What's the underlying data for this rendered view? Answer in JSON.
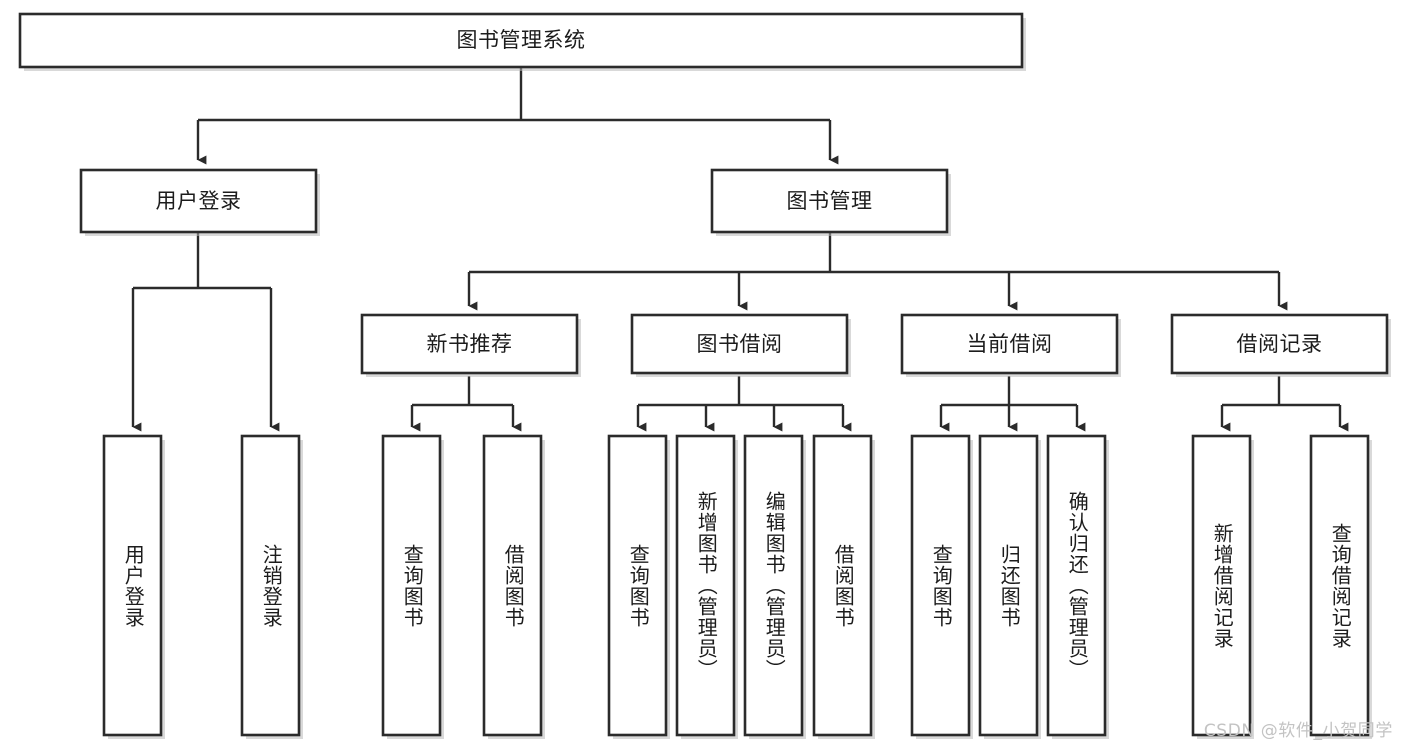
{
  "diagram": {
    "type": "tree-hierarchy-flowchart",
    "root": {
      "id": "root",
      "label": "图书管理系统"
    },
    "level2": [
      {
        "id": "user-login",
        "label": "用户登录"
      },
      {
        "id": "book-manage",
        "label": "图书管理"
      }
    ],
    "level3": [
      {
        "id": "new-book-recommend",
        "label": "新书推荐",
        "parent": "book-manage"
      },
      {
        "id": "book-borrow",
        "label": "图书借阅",
        "parent": "book-manage"
      },
      {
        "id": "current-borrow",
        "label": "当前借阅",
        "parent": "book-manage"
      },
      {
        "id": "borrow-record",
        "label": "借阅记录",
        "parent": "book-manage"
      }
    ],
    "leaves": [
      {
        "id": "leaf-user-login",
        "label": "用户登录",
        "parent": "user-login"
      },
      {
        "id": "leaf-logout-login",
        "label": "注销登录",
        "parent": "user-login"
      },
      {
        "id": "leaf-query-book-1",
        "label": "查询图书",
        "parent": "new-book-recommend"
      },
      {
        "id": "leaf-borrow-book-1",
        "label": "借阅图书",
        "parent": "new-book-recommend"
      },
      {
        "id": "leaf-query-book-2",
        "label": "查询图书",
        "parent": "book-borrow"
      },
      {
        "id": "leaf-add-book",
        "label": "新增图书（管理员）",
        "parent": "book-borrow"
      },
      {
        "id": "leaf-edit-book",
        "label": "编辑图书（管理员）",
        "parent": "book-borrow"
      },
      {
        "id": "leaf-borrow-book-2",
        "label": "借阅图书",
        "parent": "book-borrow"
      },
      {
        "id": "leaf-query-book-3",
        "label": "查询图书",
        "parent": "current-borrow"
      },
      {
        "id": "leaf-return-book",
        "label": "归还图书",
        "parent": "current-borrow"
      },
      {
        "id": "leaf-confirm-return",
        "label": "确认归还（管理员）",
        "parent": "current-borrow"
      },
      {
        "id": "leaf-add-record",
        "label": "新增借阅记录",
        "parent": "borrow-record"
      },
      {
        "id": "leaf-query-record",
        "label": "查询借阅记录",
        "parent": "borrow-record"
      }
    ],
    "colors": {
      "box_fill": "#ffffff",
      "box_stroke": "#2b2b2b",
      "edge": "#2b2b2b",
      "text": "#1c1c1c",
      "watermark": "#c3c3c3",
      "background": "#ffffff"
    }
  },
  "watermark": {
    "text": "CSDN @软件_小贺同学"
  }
}
